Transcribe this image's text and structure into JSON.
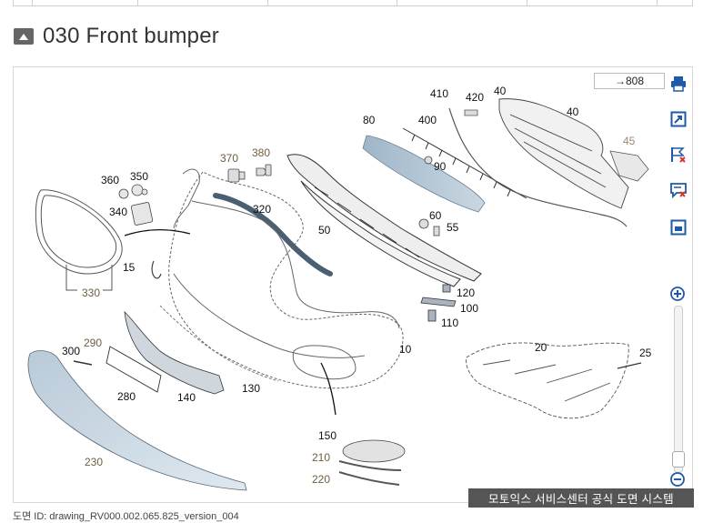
{
  "section": {
    "title": "030 Front bumper"
  },
  "reference": {
    "label": "808",
    "arrow": "→"
  },
  "sidebar": {
    "buttons": [
      {
        "name": "print-icon"
      },
      {
        "name": "open-new-window-icon"
      },
      {
        "name": "flag-remove-icon"
      },
      {
        "name": "comment-remove-icon"
      },
      {
        "name": "window-icon"
      }
    ],
    "zoom_in": "zoom-in-icon",
    "zoom_out": "zoom-out-icon"
  },
  "callouts": [
    {
      "id": "c410",
      "text": "410",
      "hl": false
    },
    {
      "id": "c420",
      "text": "420",
      "hl": false
    },
    {
      "id": "c40a",
      "text": "40",
      "hl": false
    },
    {
      "id": "c40b",
      "text": "40",
      "hl": false
    },
    {
      "id": "c80",
      "text": "80",
      "hl": false
    },
    {
      "id": "c400",
      "text": "400",
      "hl": false
    },
    {
      "id": "c45",
      "text": "45",
      "hl": true
    },
    {
      "id": "c90",
      "text": "90",
      "hl": false
    },
    {
      "id": "c370",
      "text": "370",
      "hl": true
    },
    {
      "id": "c380",
      "text": "380",
      "hl": true
    },
    {
      "id": "c360",
      "text": "360",
      "hl": false
    },
    {
      "id": "c350",
      "text": "350",
      "hl": false
    },
    {
      "id": "c340",
      "text": "340",
      "hl": false
    },
    {
      "id": "c320",
      "text": "320",
      "hl": false
    },
    {
      "id": "c60",
      "text": "60",
      "hl": false
    },
    {
      "id": "c55",
      "text": "55",
      "hl": false
    },
    {
      "id": "c50",
      "text": "50",
      "hl": false
    },
    {
      "id": "c15",
      "text": "15",
      "hl": false
    },
    {
      "id": "c330",
      "text": "330",
      "hl": true
    },
    {
      "id": "c120",
      "text": "120",
      "hl": false
    },
    {
      "id": "c100",
      "text": "100",
      "hl": false
    },
    {
      "id": "c110",
      "text": "110",
      "hl": false
    },
    {
      "id": "c290",
      "text": "290",
      "hl": true
    },
    {
      "id": "c300",
      "text": "300",
      "hl": false
    },
    {
      "id": "c10",
      "text": "10",
      "hl": false
    },
    {
      "id": "c20",
      "text": "20",
      "hl": false
    },
    {
      "id": "c25",
      "text": "25",
      "hl": false
    },
    {
      "id": "c280",
      "text": "280",
      "hl": false
    },
    {
      "id": "c140",
      "text": "140",
      "hl": false
    },
    {
      "id": "c130",
      "text": "130",
      "hl": false
    },
    {
      "id": "c150",
      "text": "150",
      "hl": false
    },
    {
      "id": "c230",
      "text": "230",
      "hl": true
    },
    {
      "id": "c210",
      "text": "210",
      "hl": true
    },
    {
      "id": "c220",
      "text": "220",
      "hl": true
    }
  ],
  "watermark": "모토익스 서비스센터 공식 도면 시스템",
  "footer": "도면 ID: drawing_RV000.002.065.825_version_004"
}
